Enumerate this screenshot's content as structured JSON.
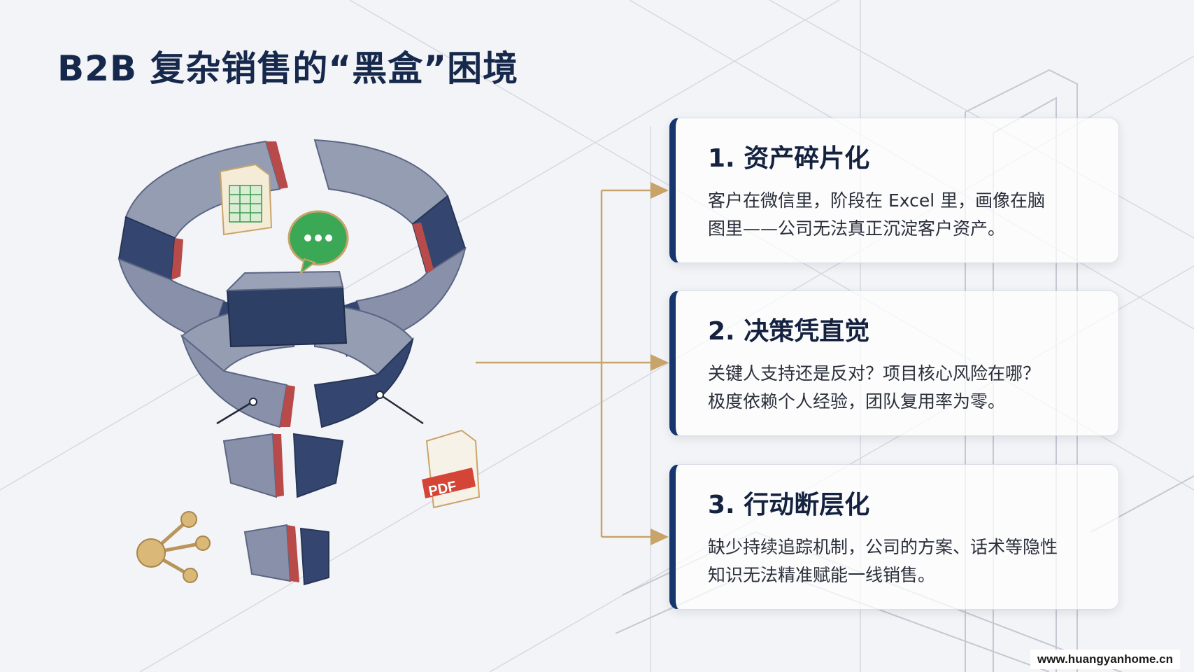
{
  "page": {
    "title": "B2B 复杂销售的“黑盒”困境",
    "watermark": "www.huangyanhome.cn"
  },
  "illustration": {
    "pdf_label": "PDF"
  },
  "cards": [
    {
      "title": "1. 资产碎片化",
      "line1": "客户在微信里，阶段在 Excel 里，画像在脑",
      "line2": "图里——公司无法真正沉淀客户资产。"
    },
    {
      "title": "2. 决策凭直觉",
      "line1": "关键人支持还是反对？项目核心风险在哪？",
      "line2": "极度依赖个人经验，团队复用率为零。"
    },
    {
      "title": "3. 行动断层化",
      "line1": "缺少持续追踪机制，公司的方案、话术等隐性",
      "line2": "知识无法精准赋能一线销售。"
    }
  ],
  "colors": {
    "title": "#16284b",
    "card_accent": "#16366e",
    "connector": "#c9a46a",
    "funnel_stone": "#8f97ad",
    "funnel_dark": "#2e3f66",
    "crack": "#b84a4a"
  }
}
